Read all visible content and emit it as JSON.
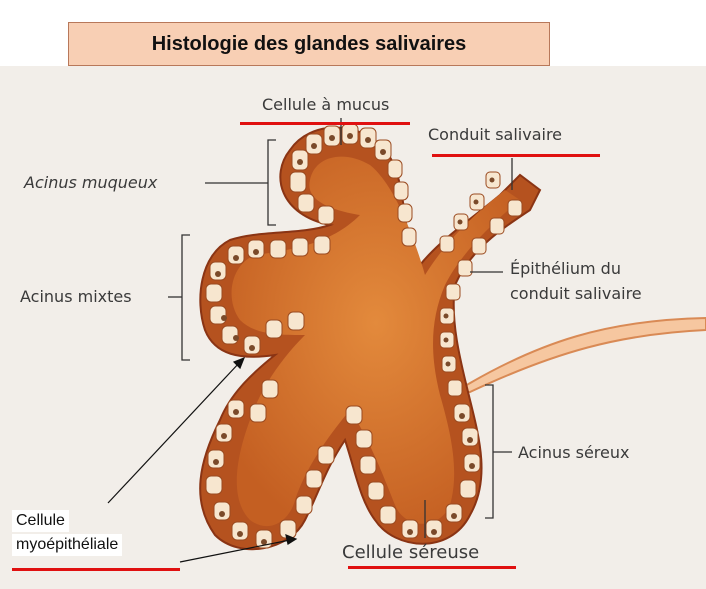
{
  "title": "Histologie des glandes salivaires",
  "labels": {
    "cellule_mucus": "Cellule à mucus",
    "conduit_salivaire": "Conduit salivaire",
    "acinus_muqueux": "Acinus muqueux",
    "epithelium_line1": "Épithélium du",
    "epithelium_line2": "conduit salivaire",
    "acinus_mixtes": "Acinus mixtes",
    "acinus_sereux": "Acinus séreux",
    "cellule_line1": "Cellule",
    "cellule_line2": "myoépithéliale",
    "cellule_sereuse": "Cellule séreuse"
  },
  "colors": {
    "lumen": "#d9782f",
    "wall": "#a8441a",
    "cell": "#f7e6cf",
    "nucleus": "#7a4a2a",
    "underline": "#e01010",
    "title_bg": "#f8cfb4"
  }
}
